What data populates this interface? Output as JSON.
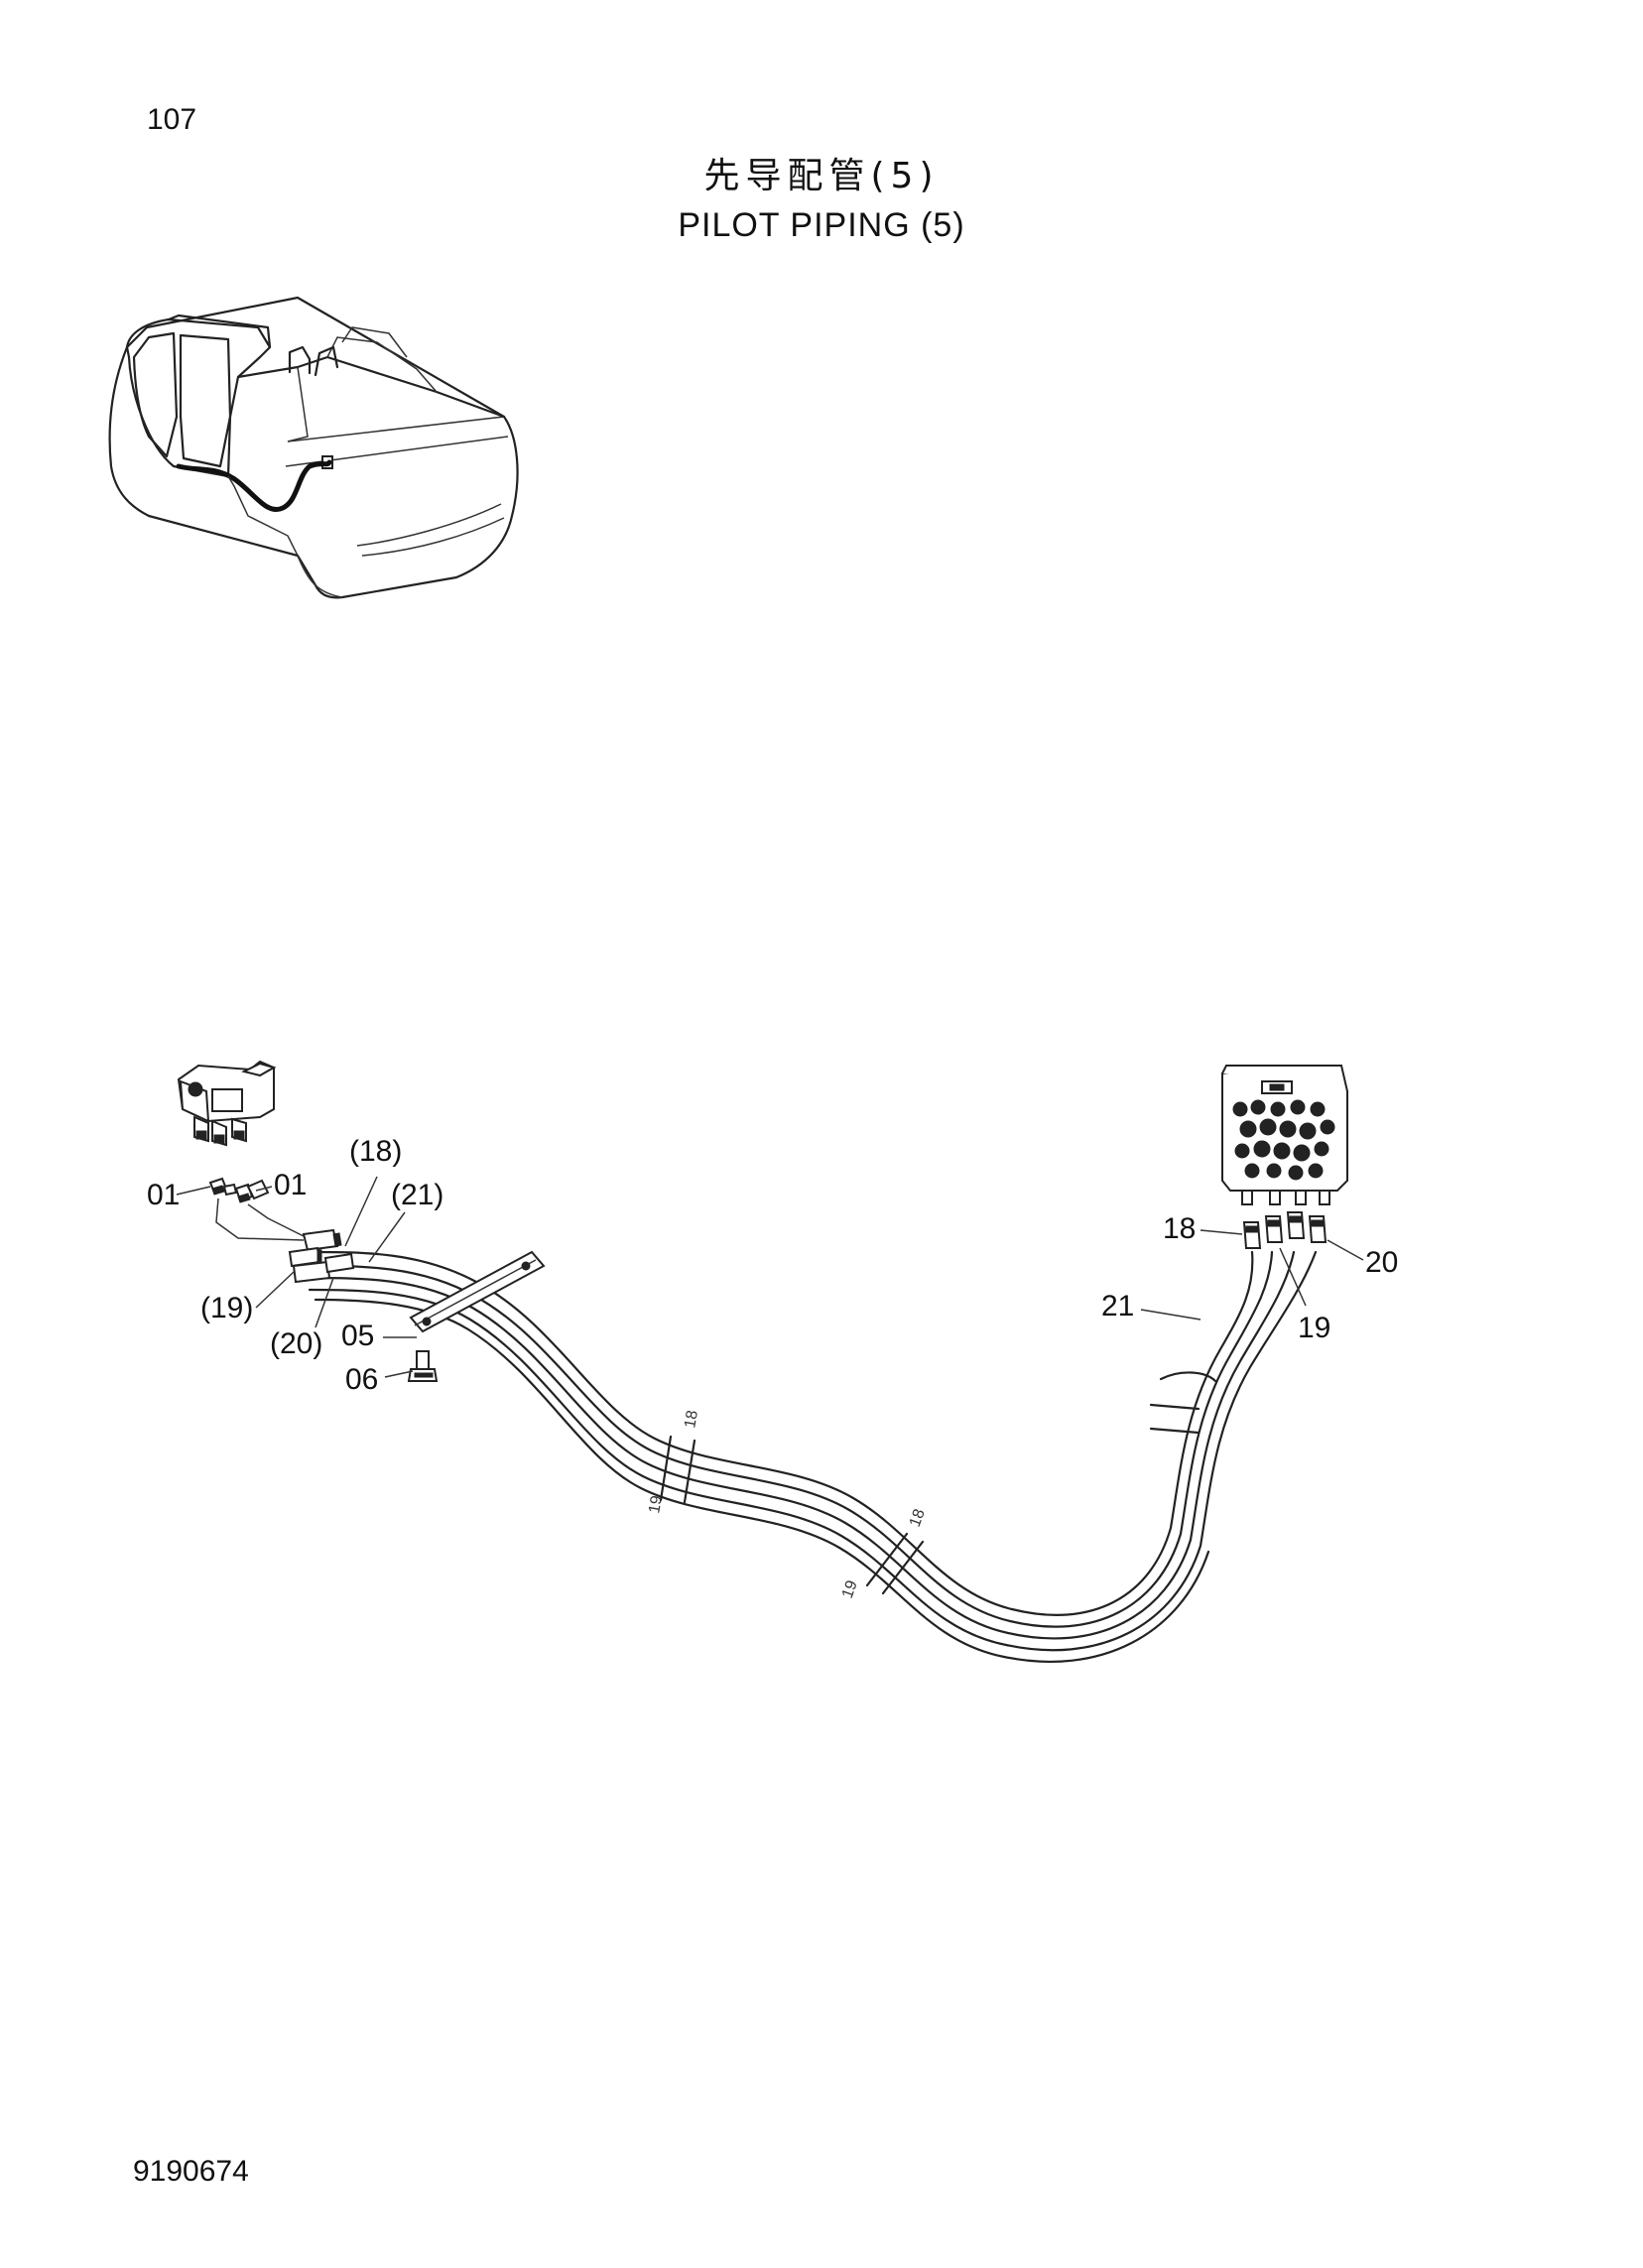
{
  "page_number": "107",
  "title": {
    "zh": "先导配管(5)",
    "en": "PILOT PIPING (5)"
  },
  "document_number": "9190674",
  "callouts": {
    "c01_left": "01",
    "c01_right": "01",
    "c18_paren": "(18)",
    "c21_paren": "(21)",
    "c19_paren": "(19)",
    "c20_paren": "(20)",
    "c05": "05",
    "c06": "06",
    "c18": "18",
    "c20": "20",
    "c21": "21",
    "c19": "19"
  },
  "hose_marks": {
    "m1a": "19",
    "m1b": "18",
    "m2a": "19",
    "m2b": "18"
  }
}
